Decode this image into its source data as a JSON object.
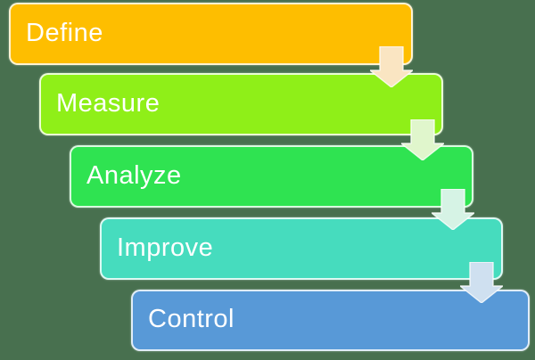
{
  "diagram": {
    "background": "#48704F",
    "text_color": "#FFFFFF",
    "outline_color": "rgba(255,255,255,0.82)",
    "steps": [
      {
        "label": "Define",
        "color": "#FEBE00"
      },
      {
        "label": "Measure",
        "color": "#8FEF18"
      },
      {
        "label": "Analyze",
        "color": "#2FE351"
      },
      {
        "label": "Improve",
        "color": "#46DCBE"
      },
      {
        "label": "Control",
        "color": "#5899D7"
      }
    ],
    "arrows": [
      {
        "from": "Define",
        "to": "Measure",
        "color": "#FAE5C2"
      },
      {
        "from": "Measure",
        "to": "Analyze",
        "color": "#E0F6CC"
      },
      {
        "from": "Analyze",
        "to": "Improve",
        "color": "#D6F3E5"
      },
      {
        "from": "Improve",
        "to": "Control",
        "color": "#CFE0F0"
      }
    ]
  }
}
